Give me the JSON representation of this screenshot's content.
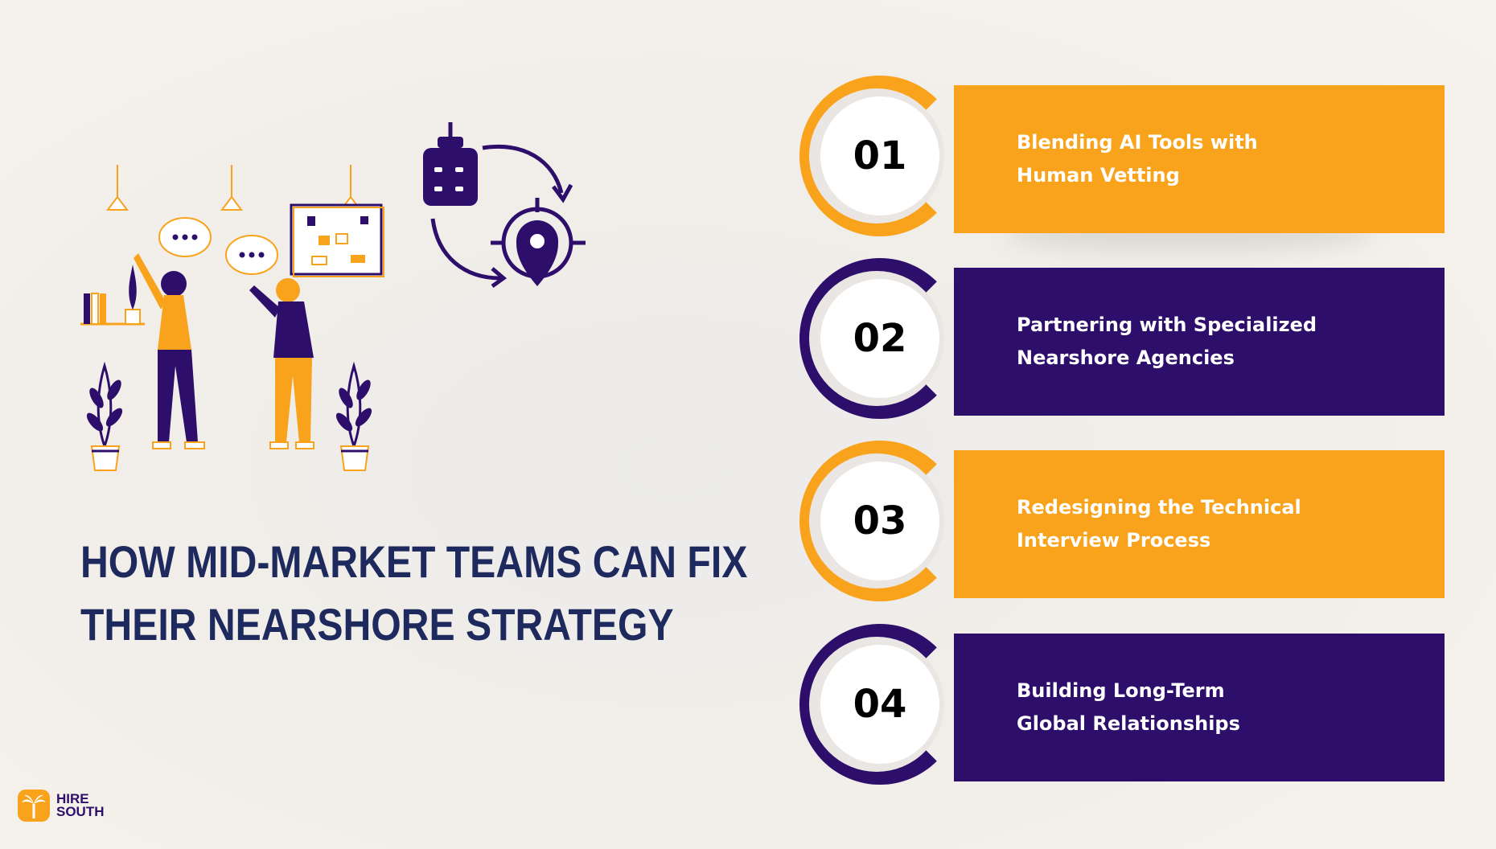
{
  "title": {
    "line1": "HOW MID-MARKET TEAMS CAN FIX",
    "line2": "THEIR NEARSHORE STRATEGY"
  },
  "steps": [
    {
      "number": "01",
      "line1": "Blending AI Tools with",
      "line2": "Human Vetting"
    },
    {
      "number": "02",
      "line1": "Partnering with Specialized",
      "line2": "Nearshore Agencies"
    },
    {
      "number": "03",
      "line1": "Redesigning the Technical",
      "line2": "Interview Process"
    },
    {
      "number": "04",
      "line1": "Building Long-Term",
      "line2": "Global Relationships"
    }
  ],
  "logo": {
    "line1": "HIRE",
    "line2": "SOUTH"
  },
  "colors": {
    "orange": "#f9a21b",
    "purple": "#2d0f6b",
    "title": "#1e2a5e",
    "background": "#f1eee9"
  },
  "icons": {
    "illustration": "two-women-discussing-illustration",
    "strategy": "strategy-target-location-icon"
  }
}
